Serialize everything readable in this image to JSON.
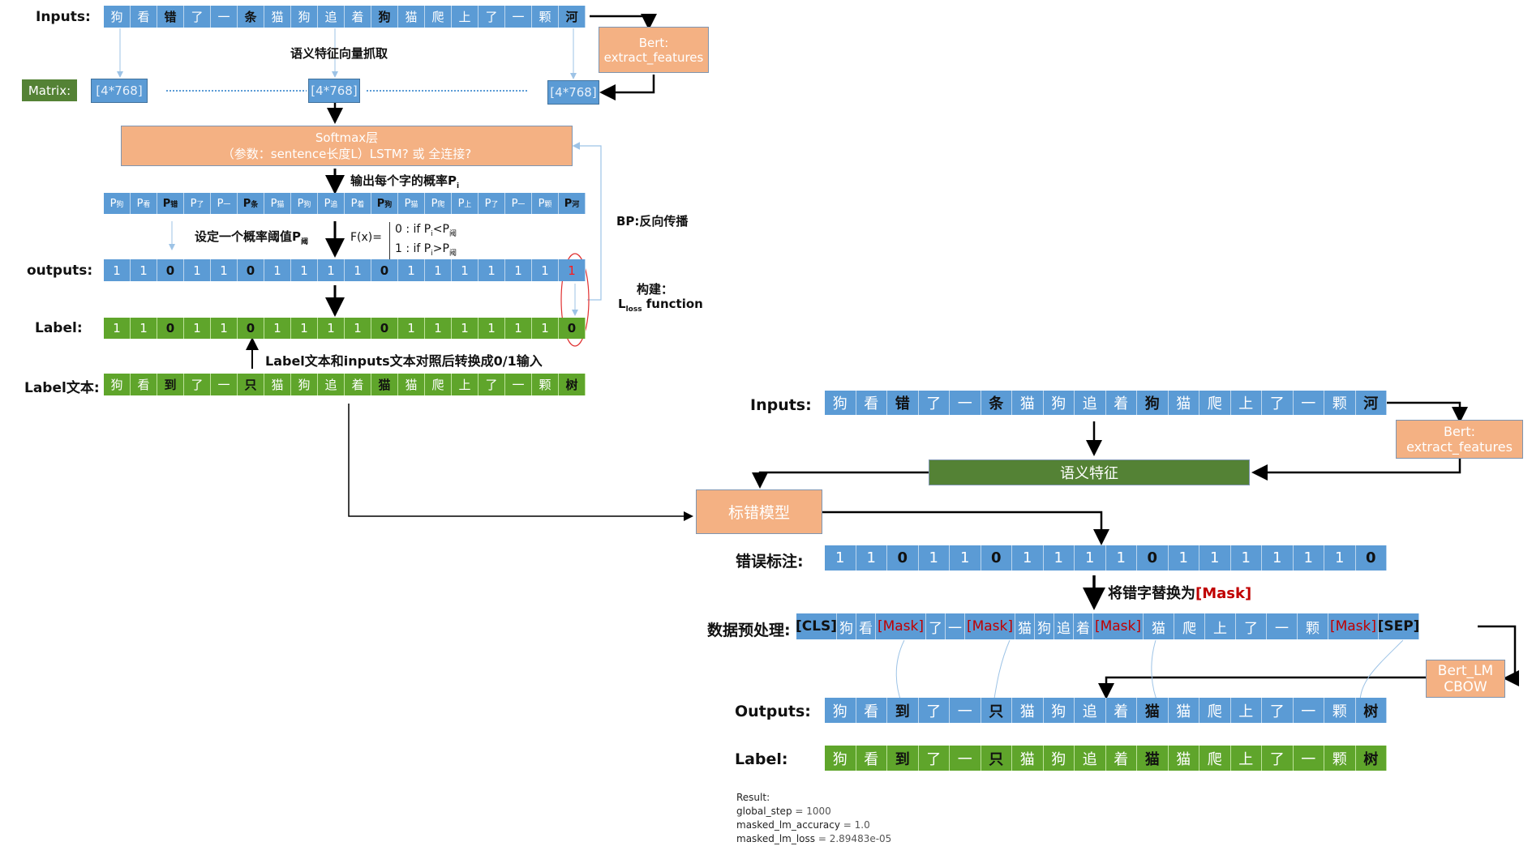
{
  "top": {
    "inputs_label": "Inputs:",
    "inputs": [
      {
        "t": "狗",
        "s": "n"
      },
      {
        "t": "看",
        "s": "n"
      },
      {
        "t": "错",
        "s": "dark"
      },
      {
        "t": "了",
        "s": "n"
      },
      {
        "t": "一",
        "s": "n"
      },
      {
        "t": "条",
        "s": "dark"
      },
      {
        "t": "猫",
        "s": "n"
      },
      {
        "t": "狗",
        "s": "n"
      },
      {
        "t": "追",
        "s": "n"
      },
      {
        "t": "着",
        "s": "n"
      },
      {
        "t": "狗",
        "s": "dark"
      },
      {
        "t": "猫",
        "s": "n"
      },
      {
        "t": "爬",
        "s": "n"
      },
      {
        "t": "上",
        "s": "n"
      },
      {
        "t": "了",
        "s": "n"
      },
      {
        "t": "一",
        "s": "n"
      },
      {
        "t": "颗",
        "s": "n"
      },
      {
        "t": "河",
        "s": "dark"
      }
    ],
    "bert_box": {
      "line1": "Bert:",
      "line2": "extract_features"
    },
    "semantic_caption": "语义特征向量抓取",
    "matrix_label": "Matrix:",
    "matrix_cells": [
      "[4*768]",
      "[4*768]",
      "[4*768]"
    ],
    "softmax": {
      "line1": "Softmax层",
      "line2": "（参数：sentence长度L）LSTM? 或 全连接?"
    },
    "prob_caption": "输出每个字的概率P",
    "prob_caption_sub": "i",
    "probs": [
      {
        "t": "狗",
        "s": "n"
      },
      {
        "t": "看",
        "s": "n"
      },
      {
        "t": "错",
        "s": "dark"
      },
      {
        "t": "了",
        "s": "n"
      },
      {
        "t": "一",
        "s": "n"
      },
      {
        "t": "条",
        "s": "dark"
      },
      {
        "t": "猫",
        "s": "n"
      },
      {
        "t": "狗",
        "s": "n"
      },
      {
        "t": "追",
        "s": "n"
      },
      {
        "t": "着",
        "s": "n"
      },
      {
        "t": "狗",
        "s": "dark"
      },
      {
        "t": "猫",
        "s": "n"
      },
      {
        "t": "爬",
        "s": "n"
      },
      {
        "t": "上",
        "s": "n"
      },
      {
        "t": "了",
        "s": "n"
      },
      {
        "t": "一",
        "s": "n"
      },
      {
        "t": "颗",
        "s": "n"
      },
      {
        "t": "河",
        "s": "dark"
      }
    ],
    "threshold_caption": "设定一个概率阈值P",
    "threshold_sub": "阈",
    "formula": {
      "lhs": "F(x)=",
      "case0": "0 : if P",
      "case0_mid": "<P",
      "case1": "1 : if P",
      "case1_mid": ">P",
      "sub_i": "i",
      "sub_th": "阈"
    },
    "bp_label": "BP:反向传播",
    "loss_label_line1": "构建：",
    "loss_label_L": "L",
    "loss_label_sub": "loss",
    "loss_label_rest": " function",
    "outputs_label": "outputs:",
    "outputs": [
      "1",
      "1",
      "0",
      "1",
      "1",
      "0",
      "1",
      "1",
      "1",
      "1",
      "0",
      "1",
      "1",
      "1",
      "1",
      "1",
      "1",
      "1"
    ],
    "label_label": "Label:",
    "labels": [
      "1",
      "1",
      "0",
      "1",
      "1",
      "0",
      "1",
      "1",
      "1",
      "1",
      "0",
      "1",
      "1",
      "1",
      "1",
      "1",
      "1",
      "0"
    ],
    "convert_caption": "Label文本和inputs文本对照后转换成0/1输入",
    "label_text_label": "Label文本:",
    "label_text": [
      {
        "t": "狗",
        "s": "n"
      },
      {
        "t": "看",
        "s": "n"
      },
      {
        "t": "到",
        "s": "dark"
      },
      {
        "t": "了",
        "s": "n"
      },
      {
        "t": "一",
        "s": "n"
      },
      {
        "t": "只",
        "s": "dark"
      },
      {
        "t": "猫",
        "s": "n"
      },
      {
        "t": "狗",
        "s": "n"
      },
      {
        "t": "追",
        "s": "n"
      },
      {
        "t": "着",
        "s": "n"
      },
      {
        "t": "猫",
        "s": "dark"
      },
      {
        "t": "猫",
        "s": "n"
      },
      {
        "t": "爬",
        "s": "n"
      },
      {
        "t": "上",
        "s": "n"
      },
      {
        "t": "了",
        "s": "n"
      },
      {
        "t": "一",
        "s": "n"
      },
      {
        "t": "颗",
        "s": "n"
      },
      {
        "t": "树",
        "s": "dark"
      }
    ]
  },
  "bottom": {
    "inputs_label": "Inputs:",
    "inputs": [
      {
        "t": "狗",
        "s": "n"
      },
      {
        "t": "看",
        "s": "n"
      },
      {
        "t": "错",
        "s": "dark"
      },
      {
        "t": "了",
        "s": "n"
      },
      {
        "t": "一",
        "s": "n"
      },
      {
        "t": "条",
        "s": "dark"
      },
      {
        "t": "猫",
        "s": "n"
      },
      {
        "t": "狗",
        "s": "n"
      },
      {
        "t": "追",
        "s": "n"
      },
      {
        "t": "着",
        "s": "n"
      },
      {
        "t": "狗",
        "s": "dark"
      },
      {
        "t": "猫",
        "s": "n"
      },
      {
        "t": "爬",
        "s": "n"
      },
      {
        "t": "上",
        "s": "n"
      },
      {
        "t": "了",
        "s": "n"
      },
      {
        "t": "一",
        "s": "n"
      },
      {
        "t": "颗",
        "s": "n"
      },
      {
        "t": "河",
        "s": "dark"
      }
    ],
    "bert_box": {
      "line1": "Bert:",
      "line2": "extract_features"
    },
    "semantic_box": "语义特征",
    "model_box": "标错模型",
    "error_label": "错误标注:",
    "errors": [
      "1",
      "1",
      "0",
      "1",
      "1",
      "0",
      "1",
      "1",
      "1",
      "1",
      "0",
      "1",
      "1",
      "1",
      "1",
      "1",
      "1",
      "0"
    ],
    "mask_caption": "将错字替换为",
    "mask_caption_red": "[Mask]",
    "preprocess_label": "数据预处理:",
    "preprocess": [
      {
        "t": "[CLS]",
        "s": "dark"
      },
      {
        "t": "狗",
        "s": "n"
      },
      {
        "t": "看",
        "s": "n"
      },
      {
        "t": "[Mask]",
        "s": "red"
      },
      {
        "t": "了",
        "s": "n"
      },
      {
        "t": "一",
        "s": "n"
      },
      {
        "t": "[Mask]",
        "s": "red"
      },
      {
        "t": "猫",
        "s": "n"
      },
      {
        "t": "狗",
        "s": "n"
      },
      {
        "t": "追",
        "s": "n"
      },
      {
        "t": "着",
        "s": "n"
      },
      {
        "t": "[Mask]",
        "s": "red"
      },
      {
        "t": "猫",
        "s": "n"
      },
      {
        "t": "爬",
        "s": "n"
      },
      {
        "t": "上",
        "s": "n"
      },
      {
        "t": "了",
        "s": "n"
      },
      {
        "t": "一",
        "s": "n"
      },
      {
        "t": "颗",
        "s": "n"
      },
      {
        "t": "[Mask]",
        "s": "red"
      },
      {
        "t": "[SEP]",
        "s": "dark"
      }
    ],
    "bertlm_box": {
      "line1": "Bert_LM",
      "line2": "CBOW"
    },
    "outputs_label": "Outputs:",
    "outputs": [
      {
        "t": "狗",
        "s": "n"
      },
      {
        "t": "看",
        "s": "n"
      },
      {
        "t": "到",
        "s": "dark"
      },
      {
        "t": "了",
        "s": "n"
      },
      {
        "t": "一",
        "s": "n"
      },
      {
        "t": "只",
        "s": "dark"
      },
      {
        "t": "猫",
        "s": "n"
      },
      {
        "t": "狗",
        "s": "n"
      },
      {
        "t": "追",
        "s": "n"
      },
      {
        "t": "着",
        "s": "n"
      },
      {
        "t": "猫",
        "s": "dark"
      },
      {
        "t": "猫",
        "s": "n"
      },
      {
        "t": "爬",
        "s": "n"
      },
      {
        "t": "上",
        "s": "n"
      },
      {
        "t": "了",
        "s": "n"
      },
      {
        "t": "一",
        "s": "n"
      },
      {
        "t": "颗",
        "s": "n"
      },
      {
        "t": "树",
        "s": "dark"
      }
    ],
    "label_label": "Label:",
    "labels": [
      {
        "t": "狗",
        "s": "n"
      },
      {
        "t": "看",
        "s": "n"
      },
      {
        "t": "到",
        "s": "dark"
      },
      {
        "t": "了",
        "s": "n"
      },
      {
        "t": "一",
        "s": "n"
      },
      {
        "t": "只",
        "s": "dark"
      },
      {
        "t": "猫",
        "s": "n"
      },
      {
        "t": "狗",
        "s": "n"
      },
      {
        "t": "追",
        "s": "n"
      },
      {
        "t": "着",
        "s": "n"
      },
      {
        "t": "猫",
        "s": "dark"
      },
      {
        "t": "猫",
        "s": "n"
      },
      {
        "t": "爬",
        "s": "n"
      },
      {
        "t": "上",
        "s": "n"
      },
      {
        "t": "了",
        "s": "n"
      },
      {
        "t": "一",
        "s": "n"
      },
      {
        "t": "颗",
        "s": "n"
      },
      {
        "t": "树",
        "s": "dark"
      }
    ],
    "result": {
      "title": "Result:",
      "lines": [
        {
          "k": "global_step",
          "v": " = 1000"
        },
        {
          "k": "masked_lm_accuracy",
          "v": " = 1.0"
        },
        {
          "k": "masked_lm_loss",
          "v": " = 2.89483e-05"
        }
      ]
    }
  },
  "colors": {
    "blue": "#5b9bd5",
    "green": "#5fa52b",
    "dark_green": "#548235",
    "orange": "#f4b183",
    "mask_red": "#c00000"
  }
}
